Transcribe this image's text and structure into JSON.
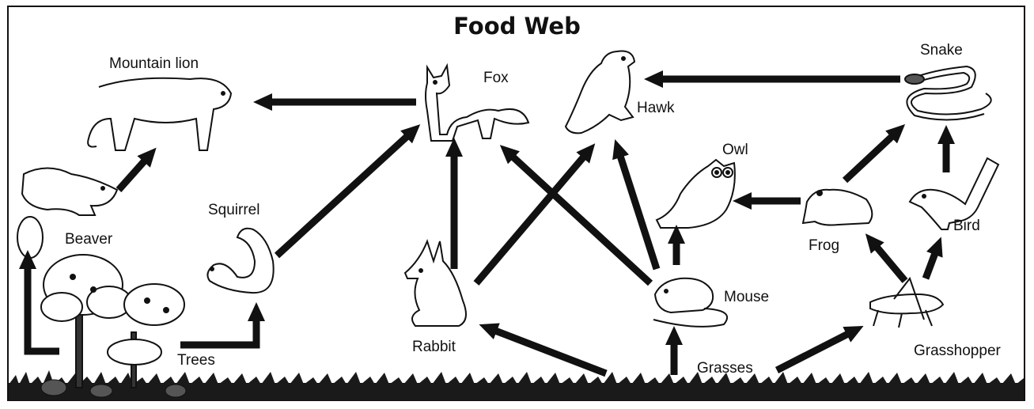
{
  "diagram": {
    "title": "Food Web",
    "organisms": {
      "mountain_lion": "Mountain lion",
      "fox": "Fox",
      "hawk": "Hawk",
      "snake": "Snake",
      "owl": "Owl",
      "squirrel": "Squirrel",
      "beaver": "Beaver",
      "frog": "Frog",
      "bird": "Bird",
      "mouse": "Mouse",
      "rabbit": "Rabbit",
      "trees": "Trees",
      "grasses": "Grasses",
      "grasshopper": "Grasshopper"
    },
    "links": [
      {
        "from": "Trees",
        "to": "Beaver"
      },
      {
        "from": "Trees",
        "to": "Squirrel"
      },
      {
        "from": "Beaver",
        "to": "Mountain lion"
      },
      {
        "from": "Fox",
        "to": "Mountain lion"
      },
      {
        "from": "Squirrel",
        "to": "Fox"
      },
      {
        "from": "Rabbit",
        "to": "Fox"
      },
      {
        "from": "Rabbit",
        "to": "Hawk"
      },
      {
        "from": "Mouse",
        "to": "Fox"
      },
      {
        "from": "Mouse",
        "to": "Hawk"
      },
      {
        "from": "Mouse",
        "to": "Owl"
      },
      {
        "from": "Snake",
        "to": "Hawk"
      },
      {
        "from": "Frog",
        "to": "Owl"
      },
      {
        "from": "Frog",
        "to": "Snake"
      },
      {
        "from": "Bird",
        "to": "Snake"
      },
      {
        "from": "Grasshopper",
        "to": "Frog"
      },
      {
        "from": "Grasshopper",
        "to": "Bird"
      },
      {
        "from": "Grasses",
        "to": "Rabbit"
      },
      {
        "from": "Grasses",
        "to": "Mouse"
      },
      {
        "from": "Grasses",
        "to": "Grasshopper"
      }
    ]
  }
}
